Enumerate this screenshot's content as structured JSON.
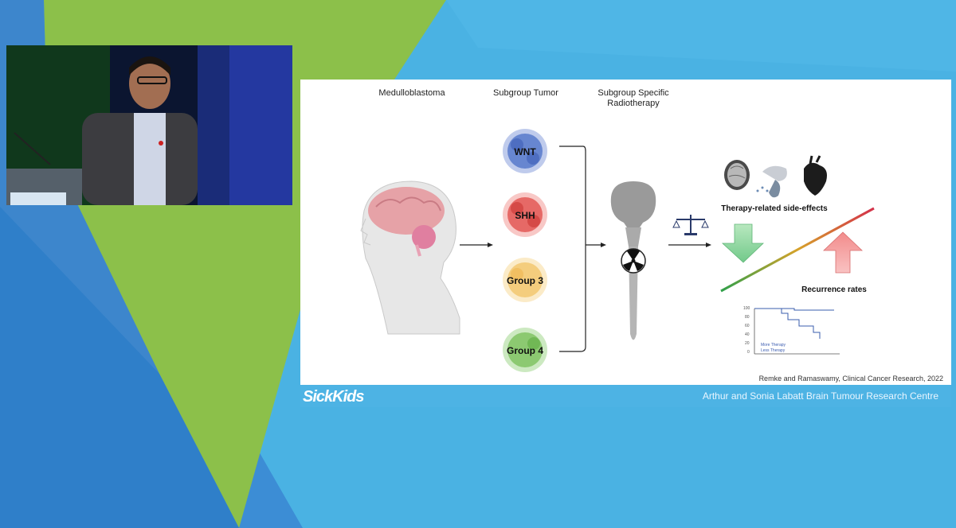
{
  "slide": {
    "header_medulloblastoma": "Medulloblastoma",
    "header_subgroup_tumor": "Subgroup Tumor",
    "header_radiotherapy": "Subgroup Specific Radiotherapy",
    "subgroups": [
      "WNT",
      "SHH",
      "Group 3",
      "Group 4"
    ],
    "side_effects_label": "Therapy-related side-effects",
    "recurrence_label": "Recurrence rates",
    "mini_chart": {
      "y_ticks": [
        "100",
        "80",
        "60",
        "40",
        "20",
        "0"
      ],
      "legend": [
        "More Therapy",
        "Less Therapy"
      ]
    },
    "citation": "Remke and Ramaswamy, Clinical Cancer Research, 2022"
  },
  "footer": {
    "logo": "SickKids",
    "centre_name": "Arthur and Sonia Labatt Brain Tumour Research Centre"
  },
  "colors": {
    "background_blue": "#3a8fd6",
    "light_blue": "#4db3e4",
    "green": "#8cc04a",
    "wnt": "#4a6fc7",
    "shh": "#e04a45",
    "group3": "#f3c56a",
    "group4": "#7cc15d"
  }
}
